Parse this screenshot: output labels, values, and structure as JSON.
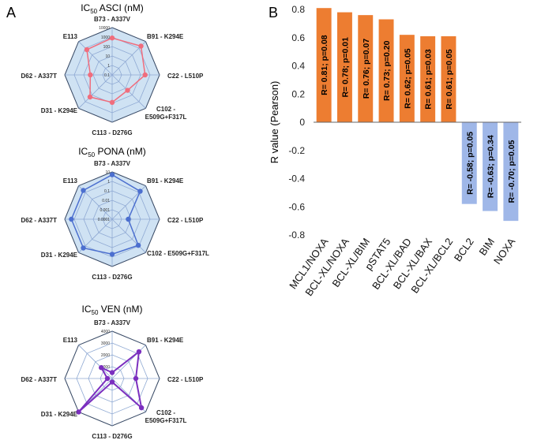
{
  "panels": {
    "a": "A",
    "b": "B"
  },
  "chart_data": [
    {
      "type": "radar",
      "title_main": "IC",
      "title_sub": "50",
      "title_rest": " ASCI (nM)",
      "axes": [
        "B73 - A337V",
        "B91 - K294E",
        "C22 - L510P",
        "C102 - E509G+F317L",
        "C113 - D276G",
        "D31 - K294E",
        "D62 - A337T",
        "E113"
      ],
      "axis_lines": [
        [
          "B73 - A337V"
        ],
        [
          "B91 - K294E"
        ],
        [
          "C22 - L510P"
        ],
        [
          "C102 -",
          "E509G+F317L"
        ],
        [
          "C113 - D276G"
        ],
        [
          "D31 - K294E"
        ],
        [
          "D62 - A337T"
        ],
        [
          "E113"
        ]
      ],
      "scale": "log",
      "range": [
        0.1,
        10000
      ],
      "ticks": [
        "0.1",
        "1",
        "10",
        "100",
        "1000",
        "10000"
      ],
      "values": [
        800,
        2000,
        300,
        20,
        80,
        200,
        20,
        600
      ],
      "color": "#f06d7d",
      "fill": "#cfe2f3"
    },
    {
      "type": "radar",
      "title_main": "IC",
      "title_sub": "50",
      "title_rest": " PONA (nM)",
      "axes": [
        "B73 - A337V",
        "B91 - K294E",
        "C22 - L510P",
        "C102 - E509G+F317L",
        "C113 - D276G",
        "D31 - K294E",
        "D62 - A337T",
        "E113"
      ],
      "axis_lines": [
        [
          "B73 - A337V"
        ],
        [
          "B91 - K294E"
        ],
        [
          "C22 - L510P"
        ],
        [
          "C102 - E509G+F317L"
        ],
        [
          "C113 - D276G"
        ],
        [
          "D31 - K294E"
        ],
        [
          "D62 - A337T"
        ],
        [
          "E113"
        ]
      ],
      "scale": "log",
      "range": [
        0.0001,
        10
      ],
      "ticks": [
        "0.0001",
        "0.001",
        "0.01",
        "0.1",
        "1",
        "10"
      ],
      "values": [
        5,
        1.5,
        0.005,
        0.8,
        0.5,
        2,
        2,
        2
      ],
      "color": "#4c6fcf",
      "fill": "#cfe2f3"
    },
    {
      "type": "radar",
      "title_main": "IC",
      "title_sub": "50",
      "title_rest": " VEN (nM)",
      "axes": [
        "B73 - A337V",
        "B91 - K294E",
        "C22 - L510P",
        "C102 - E509G+F317L",
        "C113 - D276G",
        "D31 - K294E",
        "D62 - A337T",
        "E113"
      ],
      "axis_lines": [
        [
          "B73 - A337V"
        ],
        [
          "B91 - K294E"
        ],
        [
          "C22 - L510P"
        ],
        [
          "C102 -",
          "E509G+F317L"
        ],
        [
          "C113 - D276G"
        ],
        [
          "D31 - K294E"
        ],
        [
          "D62 - A337T"
        ],
        [
          "E113"
        ]
      ],
      "scale": "linear",
      "range": [
        0,
        4000
      ],
      "ticks": [
        "0",
        "1000",
        "2000",
        "3000",
        "4000"
      ],
      "values": [
        500,
        3200,
        2000,
        3500,
        300,
        4000,
        400,
        1300
      ],
      "color": "#7b2fbf",
      "fill": "none"
    },
    {
      "type": "bar",
      "categories": [
        "MCL1/NOXA",
        "BCL-XL/NOXA",
        "BCL-XL/BIM",
        "pSTAT5",
        "BCL-XL/BAD",
        "BCL-XL/BAX",
        "BCL-XL/BCL2",
        "BCL2",
        "BIM",
        "NOXA"
      ],
      "values": [
        0.81,
        0.78,
        0.76,
        0.73,
        0.62,
        0.61,
        0.61,
        -0.58,
        -0.63,
        -0.7
      ],
      "labels": [
        "R= 0.81; p=0.08",
        "R= 0.78; p=0.01",
        "R= 0.76; p=0.07",
        "R= 0.73; p=0.20",
        "R= 0.62; p=0.05",
        "R= 0.61; p=0.03",
        "R= 0.61; p=0.05",
        "R= -0.58; p=0.05",
        "R= -0.63; p=0.34",
        "R= -0.70; p=0.05"
      ],
      "ylabel": "R value (Pearson)",
      "ylim": [
        -0.8,
        0.8
      ],
      "yticks": [
        "-0.8",
        "-0.6",
        "-0.4",
        "-0.2",
        "0",
        "0.2",
        "0.4",
        "0.6",
        "0.8"
      ],
      "colors": {
        "positive": "#ed7d31",
        "negative": "#9fb7e8"
      }
    }
  ]
}
